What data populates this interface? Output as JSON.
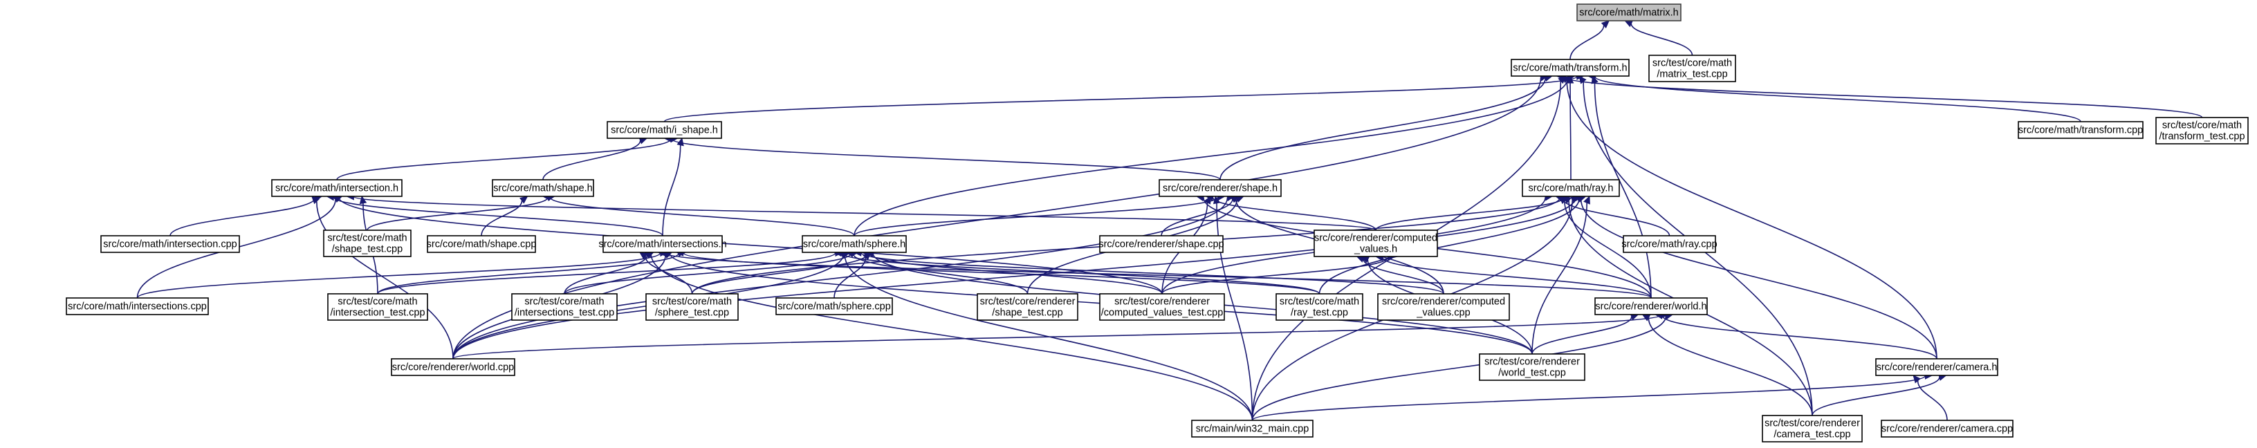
{
  "graph": {
    "root": "n_matrix",
    "colors": {
      "edge": "#191970",
      "root_fill": "#bfbfbf",
      "node_fill": "#ffffff",
      "node_border": "#000000"
    },
    "nodes": [
      {
        "id": "n_matrix",
        "lines": [
          "src/core/math/matrix.h"
        ]
      },
      {
        "id": "n_transform",
        "lines": [
          "src/core/math/transform.h"
        ]
      },
      {
        "id": "n_matrix_test",
        "lines": [
          "src/test/core/math",
          "/matrix_test.cpp"
        ]
      },
      {
        "id": "n_transform_cpp",
        "lines": [
          "src/core/math/transform.cpp"
        ]
      },
      {
        "id": "n_transform_test",
        "lines": [
          "src/test/core/math",
          "/transform_test.cpp"
        ]
      },
      {
        "id": "n_i_shape",
        "lines": [
          "src/core/math/i_shape.h"
        ]
      },
      {
        "id": "n_intersection_h",
        "lines": [
          "src/core/math/intersection.h"
        ]
      },
      {
        "id": "n_shape_h",
        "lines": [
          "src/core/math/shape.h"
        ]
      },
      {
        "id": "n_r_shape_h",
        "lines": [
          "src/core/renderer/shape.h"
        ]
      },
      {
        "id": "n_ray_h",
        "lines": [
          "src/core/math/ray.h"
        ]
      },
      {
        "id": "n_intersection_cpp",
        "lines": [
          "src/core/math/intersection.cpp"
        ]
      },
      {
        "id": "n_shape_test",
        "lines": [
          "src/test/core/math",
          "/shape_test.cpp"
        ]
      },
      {
        "id": "n_shape_cpp",
        "lines": [
          "src/core/math/shape.cpp"
        ]
      },
      {
        "id": "n_r_shape_cpp",
        "lines": [
          "src/core/renderer/shape.cpp"
        ]
      },
      {
        "id": "n_computed_h",
        "lines": [
          "src/core/renderer/computed",
          "_values.h"
        ]
      },
      {
        "id": "n_ray_cpp",
        "lines": [
          "src/core/math/ray.cpp"
        ]
      },
      {
        "id": "n_intersections_h",
        "lines": [
          "src/core/math/intersections.h"
        ]
      },
      {
        "id": "n_sphere_h",
        "lines": [
          "src/core/math/sphere.h"
        ]
      },
      {
        "id": "n_intersections_cpp",
        "lines": [
          "src/core/math/intersections.cpp"
        ]
      },
      {
        "id": "n_intersection_test",
        "lines": [
          "src/test/core/math",
          "/intersection_test.cpp"
        ]
      },
      {
        "id": "n_intersections_test",
        "lines": [
          "src/test/core/math",
          "/intersections_test.cpp"
        ]
      },
      {
        "id": "n_sphere_test",
        "lines": [
          "src/test/core/math",
          "/sphere_test.cpp"
        ]
      },
      {
        "id": "n_sphere_cpp",
        "lines": [
          "src/core/math/sphere.cpp"
        ]
      },
      {
        "id": "n_r_shape_test",
        "lines": [
          "src/test/core/renderer",
          "/shape_test.cpp"
        ]
      },
      {
        "id": "n_computed_test",
        "lines": [
          "src/test/core/renderer",
          "/computed_values_test.cpp"
        ]
      },
      {
        "id": "n_ray_test",
        "lines": [
          "src/test/core/math",
          "/ray_test.cpp"
        ]
      },
      {
        "id": "n_computed_cpp",
        "lines": [
          "src/core/renderer/computed",
          "_values.cpp"
        ]
      },
      {
        "id": "n_world_h",
        "lines": [
          "src/core/renderer/world.h"
        ]
      },
      {
        "id": "n_world_cpp",
        "lines": [
          "src/core/renderer/world.cpp"
        ]
      },
      {
        "id": "n_world_test",
        "lines": [
          "src/test/core/renderer",
          "/world_test.cpp"
        ]
      },
      {
        "id": "n_camera_h",
        "lines": [
          "src/core/renderer/camera.h"
        ]
      },
      {
        "id": "n_win32",
        "lines": [
          "src/main/win32_main.cpp"
        ]
      },
      {
        "id": "n_camera_test",
        "lines": [
          "src/test/core/renderer",
          "/camera_test.cpp"
        ]
      },
      {
        "id": "n_camera_cpp",
        "lines": [
          "src/core/renderer/camera.cpp"
        ]
      }
    ],
    "edges": [
      [
        "n_matrix",
        "n_transform"
      ],
      [
        "n_matrix",
        "n_matrix_test"
      ],
      [
        "n_transform",
        "n_i_shape"
      ],
      [
        "n_transform",
        "n_r_shape_h"
      ],
      [
        "n_transform",
        "n_ray_h"
      ],
      [
        "n_transform",
        "n_transform_cpp"
      ],
      [
        "n_transform",
        "n_transform_test"
      ],
      [
        "n_transform",
        "n_sphere_h"
      ],
      [
        "n_transform",
        "n_world_h"
      ],
      [
        "n_transform",
        "n_camera_h"
      ],
      [
        "n_transform",
        "n_camera_test"
      ],
      [
        "n_transform",
        "n_world_cpp"
      ],
      [
        "n_transform",
        "n_win32"
      ],
      [
        "n_i_shape",
        "n_intersection_h"
      ],
      [
        "n_i_shape",
        "n_shape_h"
      ],
      [
        "n_i_shape",
        "n_r_shape_h"
      ],
      [
        "n_i_shape",
        "n_intersections_h"
      ],
      [
        "n_intersection_h",
        "n_intersection_cpp"
      ],
      [
        "n_intersection_h",
        "n_intersections_cpp"
      ],
      [
        "n_intersection_h",
        "n_intersection_test"
      ],
      [
        "n_intersection_h",
        "n_intersections_h"
      ],
      [
        "n_intersection_h",
        "n_computed_h"
      ],
      [
        "n_intersection_h",
        "n_world_cpp"
      ],
      [
        "n_intersection_h",
        "n_computed_test"
      ],
      [
        "n_shape_h",
        "n_shape_test"
      ],
      [
        "n_shape_h",
        "n_shape_cpp"
      ],
      [
        "n_shape_h",
        "n_sphere_h"
      ],
      [
        "n_r_shape_h",
        "n_r_shape_cpp"
      ],
      [
        "n_r_shape_h",
        "n_computed_h"
      ],
      [
        "n_r_shape_h",
        "n_sphere_h"
      ],
      [
        "n_r_shape_h",
        "n_r_shape_test"
      ],
      [
        "n_r_shape_h",
        "n_computed_test"
      ],
      [
        "n_r_shape_h",
        "n_computed_cpp"
      ],
      [
        "n_r_shape_h",
        "n_world_h"
      ],
      [
        "n_r_shape_h",
        "n_win32"
      ],
      [
        "n_r_shape_h",
        "n_world_cpp"
      ],
      [
        "n_ray_h",
        "n_ray_cpp"
      ],
      [
        "n_ray_h",
        "n_computed_h"
      ],
      [
        "n_ray_h",
        "n_ray_test"
      ],
      [
        "n_ray_h",
        "n_world_h"
      ],
      [
        "n_ray_h",
        "n_camera_h"
      ],
      [
        "n_ray_h",
        "n_world_test"
      ],
      [
        "n_ray_h",
        "n_camera_test"
      ],
      [
        "n_ray_h",
        "n_win32"
      ],
      [
        "n_ray_h",
        "n_world_cpp"
      ],
      [
        "n_ray_h",
        "n_sphere_test"
      ],
      [
        "n_ray_h",
        "n_computed_test"
      ],
      [
        "n_computed_h",
        "n_computed_cpp"
      ],
      [
        "n_computed_h",
        "n_world_h"
      ],
      [
        "n_computed_h",
        "n_computed_test"
      ],
      [
        "n_computed_h",
        "n_world_test"
      ],
      [
        "n_intersections_h",
        "n_intersections_cpp"
      ],
      [
        "n_intersections_h",
        "n_intersection_test"
      ],
      [
        "n_intersections_h",
        "n_intersections_test"
      ],
      [
        "n_intersections_h",
        "n_world_cpp"
      ],
      [
        "n_intersections_h",
        "n_sphere_test"
      ],
      [
        "n_intersections_h",
        "n_world_h"
      ],
      [
        "n_intersections_h",
        "n_ray_test"
      ],
      [
        "n_intersections_h",
        "n_win32"
      ],
      [
        "n_intersections_h",
        "n_world_test"
      ],
      [
        "n_sphere_h",
        "n_sphere_cpp"
      ],
      [
        "n_sphere_h",
        "n_intersection_test"
      ],
      [
        "n_sphere_h",
        "n_intersections_test"
      ],
      [
        "n_sphere_h",
        "n_sphere_test"
      ],
      [
        "n_sphere_h",
        "n_r_shape_test"
      ],
      [
        "n_sphere_h",
        "n_computed_test"
      ],
      [
        "n_sphere_h",
        "n_ray_test"
      ],
      [
        "n_sphere_h",
        "n_world_cpp"
      ],
      [
        "n_sphere_h",
        "n_world_test"
      ],
      [
        "n_sphere_h",
        "n_win32"
      ],
      [
        "n_sphere_h",
        "n_computed_cpp"
      ],
      [
        "n_world_h",
        "n_world_cpp"
      ],
      [
        "n_world_h",
        "n_world_test"
      ],
      [
        "n_world_h",
        "n_camera_h"
      ],
      [
        "n_world_h",
        "n_win32"
      ],
      [
        "n_world_h",
        "n_camera_test"
      ],
      [
        "n_camera_h",
        "n_camera_test"
      ],
      [
        "n_camera_h",
        "n_camera_cpp"
      ],
      [
        "n_camera_h",
        "n_win32"
      ]
    ]
  }
}
